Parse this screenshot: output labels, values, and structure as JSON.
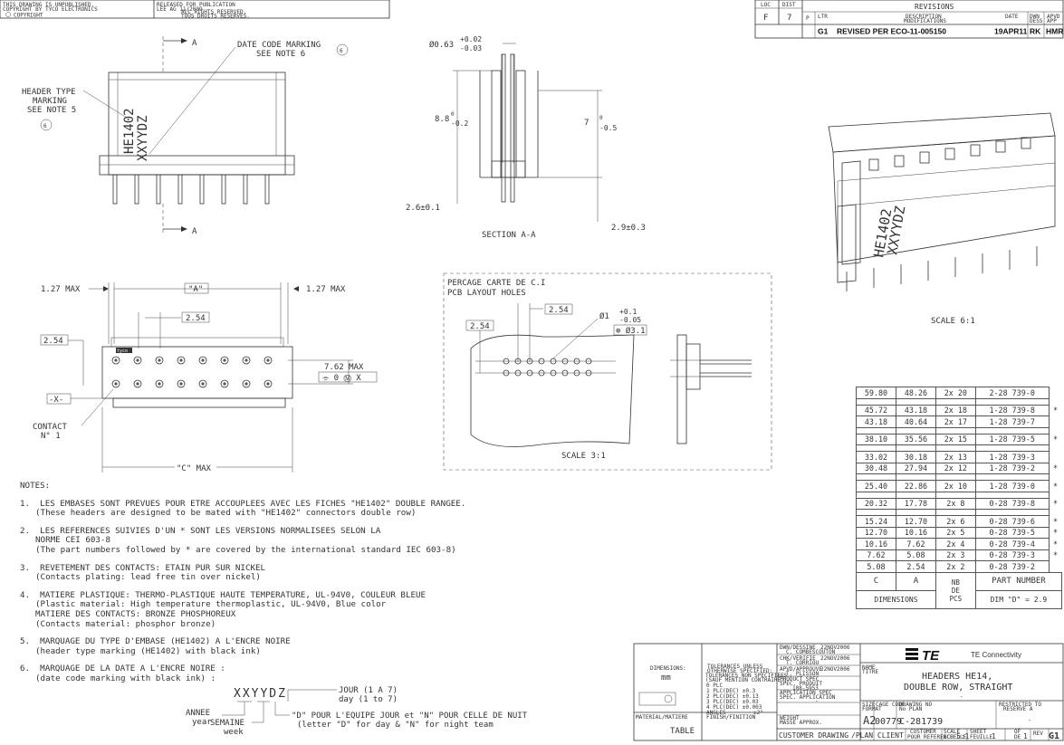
{
  "top_strip": {
    "left_line1": "THIS DRAWING IS UNPUBLISHED.",
    "left_line2": "COPYRIGHT BY TYCO ELECTRONICS",
    "left_copy": "COPYRIGHT",
    "mid_line1": "RELEASED FOR PUBLICATION",
    "mid_line2": "LEE AG 11/2009",
    "mid_line3": "ALL RIGHTS RESERVED.",
    "mid_line4": "TOUS DROITS RESERVES."
  },
  "revisions": {
    "loc_label": "LOC",
    "dist_label": "DIST",
    "loc": "F",
    "dist": "7",
    "title": "REVISIONS",
    "p_label": "P",
    "ltr_label": "LTR",
    "desc_label": "DESCRIPTION",
    "desc_label2": "MODIFICATIONS",
    "date_label": "DATE",
    "dwn_label": "DWN",
    "dwn_label2": "DESS",
    "apvd_label": "APVD",
    "apvd_label2": "APP",
    "row": {
      "ltr": "G1",
      "desc": "REVISED PER ECO-11-005150",
      "date": "19APR11",
      "dwn": "RK",
      "apvd": "HMR"
    }
  },
  "front_view": {
    "section_label_top": "A",
    "section_label_bottom": "A",
    "date_code_note": "DATE CODE MARKING",
    "date_code_see": "SEE NOTE 6",
    "date_code_marker": "6",
    "header_type_note1": "HEADER TYPE",
    "header_type_note2": "MARKING",
    "header_type_see": "SEE NOTE 5",
    "header_type_marker": "6",
    "marking_line1": "HE1402",
    "marking_line2": "XXYYDZ"
  },
  "section": {
    "dia": "Ø0.63",
    "dia_tol_plus": "+0.02",
    "dia_tol_minus": "-0.03",
    "height_left": "8.8",
    "height_left_tol_plus": "0",
    "height_left_tol_minus": "-0.2",
    "height_right": "7",
    "height_right_tol_plus": "0",
    "height_right_tol_minus": "-0.5",
    "bottom_left": "2.6±0.1",
    "bottom_right": "2.9±0.3",
    "title": "SECTION A-A"
  },
  "iso_view": {
    "scale": "SCALE 6:1",
    "marking_line1": "HE1402",
    "marking_line2": "XXYYDZ"
  },
  "top_view": {
    "max_left": "1.27 MAX",
    "max_right": "1.27 MAX",
    "dim_a": "\"A\"",
    "pitch": "2.54",
    "pitch_left": "2.54",
    "row_spacing": "7.62 MAX",
    "gdt": "⌯ 0 Ⓜ X",
    "datum": "-X-",
    "contact1": "CONTACT",
    "contact2": "N° 1",
    "dim_c": "\"C\" MAX",
    "logo": "tyco"
  },
  "pcb_layout": {
    "title1": "PERCAGE CARTE DE C.I",
    "title2": "PCB LAYOUT HOLES",
    "pitch_top": "2.54",
    "pitch_left": "2.54",
    "hole_dia": "Ø1",
    "hole_tol_plus": "+0.1",
    "hole_tol_minus": "-0.05",
    "position_tol": "⊕ Ø3.1",
    "scale": "SCALE 3:1"
  },
  "notes": {
    "heading": "NOTES:",
    "items": [
      {
        "num": "1.",
        "fr": "LES EMBASES SONT PREVUES POUR ETRE ACCOUPLEES AVEC LES FICHES \"HE1402\" DOUBLE RANGEE.",
        "en": [
          "(These headers are designed to be mated with \"HE1402\" connectors double row)"
        ]
      },
      {
        "num": "2.",
        "fr": "LES REFERENCES SUIVIES D'UN * SONT LES VERSIONS NORMALISEES SELON LA",
        "en": [
          "NORME CEI 603-8",
          "(The part numbers followed by * are covered by the international standard IEC 603-8)"
        ]
      },
      {
        "num": "3.",
        "fr": "REVETEMENT DES CONTACTS: ETAIN PUR SUR NICKEL",
        "en": [
          "(Contacts plating: lead free tin over nickel)"
        ]
      },
      {
        "num": "4.",
        "fr": "MATIERE PLASTIQUE: THERMO-PLASTIQUE HAUTE TEMPERATURE, UL-94V0, COULEUR BLEUE",
        "en": [
          "(Plastic material: High temperature thermoplastic, UL-94V0, Blue color",
          "MATIERE DES CONTACTS: BRONZE PHOSPHOREUX",
          "(Contacts material: phosphor bronze)"
        ]
      },
      {
        "num": "5.",
        "fr": "MARQUAGE DU TYPE D'EMBASE (HE1402) A L'ENCRE NOIRE",
        "en": [
          "(header type marking (HE1402) with black ink)"
        ]
      },
      {
        "num": "6.",
        "fr": "MARQUAGE DE LA DATE A L'ENCRE NOIRE :",
        "en": [
          "(date code marking with black ink) :"
        ]
      }
    ],
    "date_code": "XXYYDZ",
    "jour_fr": "JOUR (1 A 7)",
    "jour_en": "day (1 to 7)",
    "annee_fr": "ANNEE",
    "annee_en": "year",
    "semaine_fr": "SEMAINE",
    "semaine_en": "week",
    "equipe_fr": "\"D\" POUR L'EQUIPE JOUR et \"N\" POUR CELLE DE NUIT",
    "equipe_en": "(letter \"D\" for day & \"N\" for night team"
  },
  "part_table": {
    "rows": [
      {
        "c": "59.80",
        "a": "48.26",
        "n": "2x 20",
        "pn": "2-28 739-0",
        "star": ""
      },
      {
        "gap": true
      },
      {
        "c": "45.72",
        "a": "43.18",
        "n": "2x 18",
        "pn": "1-28 739-8",
        "star": "*"
      },
      {
        "c": "43.18",
        "a": "40.64",
        "n": "2x 17",
        "pn": "1-28 739-7",
        "star": ""
      },
      {
        "gap": true
      },
      {
        "c": "38.10",
        "a": "35.56",
        "n": "2x 15",
        "pn": "1-28 739-5",
        "star": "*"
      },
      {
        "gap": true
      },
      {
        "c": "33.02",
        "a": "30.18",
        "n": "2x 13",
        "pn": "1-28 739-3",
        "star": ""
      },
      {
        "c": "30.48",
        "a": "27.94",
        "n": "2x 12",
        "pn": "1-28 739-2",
        "star": "*"
      },
      {
        "gap": true
      },
      {
        "c": "25.40",
        "a": "22.86",
        "n": "2x 10",
        "pn": "1-28 739-0",
        "star": "*"
      },
      {
        "gap": true
      },
      {
        "c": "20.32",
        "a": "17.78",
        "n": "2x 8",
        "pn": "0-28 739-8",
        "star": "*"
      },
      {
        "gap": true
      },
      {
        "c": "15.24",
        "a": "12.70",
        "n": "2x 6",
        "pn": "0-28 739-6",
        "star": "*"
      },
      {
        "c": "12.70",
        "a": "10.16",
        "n": "2x 5",
        "pn": "0-28 739-5",
        "star": "*"
      },
      {
        "c": "10.16",
        "a": "7.62",
        "n": "2x 4",
        "pn": "0-28 739-4",
        "star": "*"
      },
      {
        "c": "7.62",
        "a": "5.08",
        "n": "2x 3",
        "pn": "0-28 739-3",
        "star": "*"
      },
      {
        "c": "5.08",
        "a": "2.54",
        "n": "2x 2",
        "pn": "0-28 739-2",
        "star": ""
      }
    ],
    "h_c": "C",
    "h_a": "A",
    "h_nb": "NB",
    "h_de": "DE",
    "h_pcs": "PCS",
    "h_pn": "PART NUMBER",
    "h_dims": "DIMENSIONS",
    "h_dim_d": "DIM \"D\" = 2.9"
  },
  "title_block": {
    "dimensions_label": "DIMENSIONS:",
    "units": "mm",
    "tol_label1": "TOLERANCES UNLESS",
    "tol_label2": "OTHERWISE SPECIFIED:",
    "tol_label3": "TOLERANCES NON SPECIFIEES",
    "tol_label4": "(SAUF MENTION CONTRAIRE):",
    "tol_0": "0 PLC",
    "tol_1": "1 PLC(DEC) ±0.3",
    "tol_2": "2 PLC(DEC) ±0.13",
    "tol_3": "3 PLC(DEC) ±0.03",
    "tol_4": "4 PLC(DEC) ±0.003",
    "tol_ang": "ANGLES",
    "tol_ang_val": "±2°",
    "material_label": "MATERIAL/MATIERE",
    "material_val": "TABLE",
    "finish_label": "FINISH/FINITION",
    "dwn_label": "DWN/DESSINE",
    "dwn_date": "22NOV2006",
    "dwn_name": "C. COMBESCOUTON",
    "chk_label": "CHK/VERIFIE",
    "chk_date": "22NOV2006",
    "chk_name": "T. CORRIOU",
    "apvd_label": "APVD/APPROUVE",
    "apvd_date": "22NOV2006",
    "apvd_name": "T. PLISSON",
    "prod_spec_label": "PRODUCT SPEC",
    "prod_spec_label2": "SPEC. PRODUIT",
    "prod_spec_val": "108-5953",
    "app_spec_label": "APPLICATION SPEC",
    "app_spec_label2": "SPEC. APPLICATION",
    "app_spec_val": "-",
    "weight_label": "WEIGHT",
    "weight_label2": "MASSE APPROX.",
    "company": "TE Connectivity",
    "name_label": "NAME",
    "name_label2": "TITRE",
    "title1": "HEADERS HE14,",
    "title2": "DOUBLE ROW, STRAIGHT",
    "title3": "-",
    "size_label": "SIZE",
    "size_label2": "FORMAT",
    "size_val": "A2",
    "cage_label": "CAGE CODE",
    "cage_val": "00779",
    "dwg_label": "DRAWING NO",
    "dwg_label2": "No PLAN",
    "dwg_val": "C-281739",
    "restricted_label": "RESTRICTED TO",
    "restricted_label2": "RESERVE A",
    "restricted_val": "-",
    "customer_drawing": "CUSTOMER DRAWING",
    "plan_client": "/PLAN CLIENT",
    "cust_ref_label": "CUSTOMER",
    "cust_ref_label2": "POUR REFERENCE",
    "scale_label": "SCALE",
    "scale_label2": "ECHELLE",
    "scale_val": "5:1",
    "sheet_label": "SHEET",
    "sheet_label2": "FEUILLE",
    "sheet_val": "1",
    "of_label": "OF",
    "of_label2": "DE",
    "of_val": "1",
    "rev_label": "REV",
    "rev_val": "G1"
  }
}
